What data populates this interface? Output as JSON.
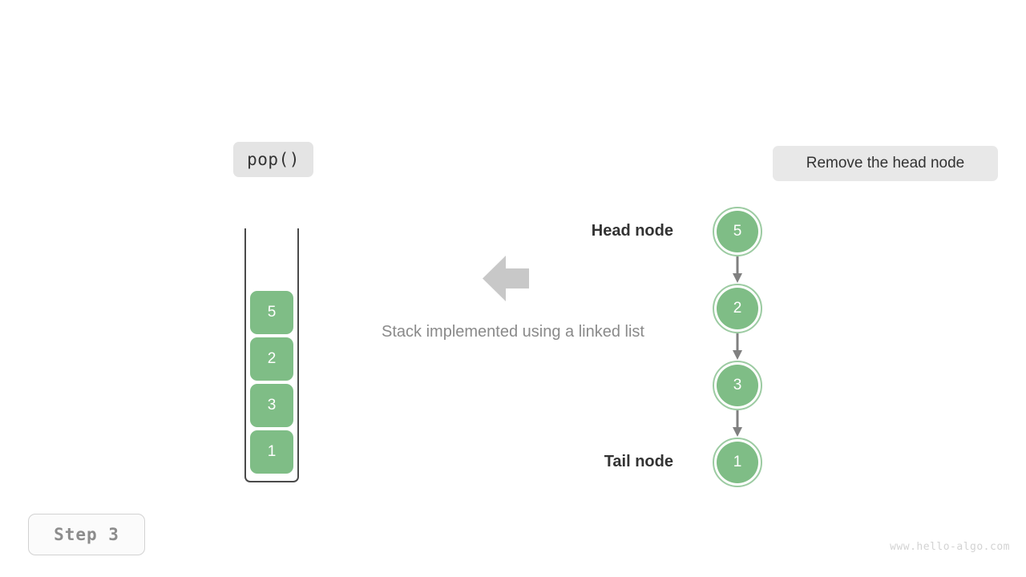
{
  "operation": {
    "label": "pop()"
  },
  "action_note": {
    "label": "Remove the head node"
  },
  "caption": {
    "text": "Stack implemented using a linked list"
  },
  "stack": {
    "cells": [
      {
        "value": "5"
      },
      {
        "value": "2"
      },
      {
        "value": "3"
      },
      {
        "value": "1"
      }
    ]
  },
  "linked_list": {
    "nodes": [
      {
        "value": "5"
      },
      {
        "value": "2"
      },
      {
        "value": "3"
      },
      {
        "value": "1"
      }
    ],
    "head_label": "Head node",
    "tail_label": "Tail node"
  },
  "transfer_arrow": {
    "icon": "arrow-left-icon"
  },
  "step": {
    "label": "Step 3"
  },
  "watermark": {
    "text": "www.hello-algo.com"
  },
  "colors": {
    "node_fill": "#7fbd86",
    "node_ring": "#9ccba2",
    "pill_bg": "#e4e4e4",
    "note_bg": "#e8e8e8",
    "arrow_gray": "#c8c8c8",
    "link_gray": "#808080",
    "frame_stroke": "#4a4a4a",
    "caption_gray": "#8a8a8a",
    "step_text": "#8c8c8c",
    "watermark": "#d3d3d3"
  }
}
